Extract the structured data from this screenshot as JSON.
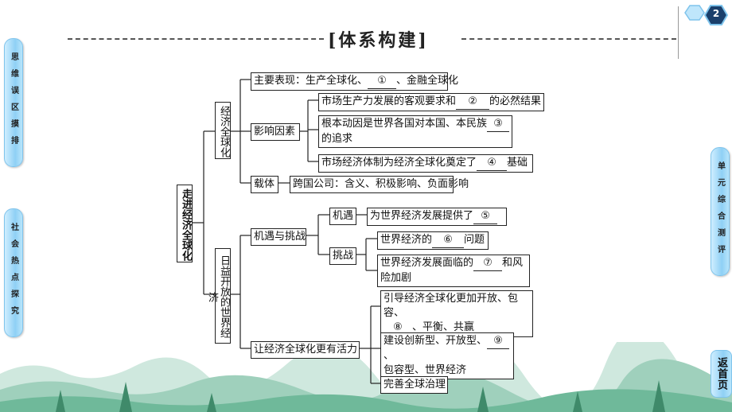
{
  "header": {
    "title": "[体系构建]",
    "page_number": "2"
  },
  "left_tabs": [
    {
      "label": "思维误区摸排"
    },
    {
      "label": "社会热点探究"
    }
  ],
  "right_tabs": [
    {
      "label": "单元综合测评"
    }
  ],
  "home_button": {
    "label": "返首页"
  },
  "mindmap": {
    "root": "走进经济全球化",
    "branch1": "经济全球化",
    "branch2": "日益开放的世界经济",
    "b1_main": {
      "prefix": "主要表现：生产全球化、",
      "blank": "①",
      "suffix": "、金融全球化"
    },
    "b1_factors": "影响因素",
    "b1_factor1": {
      "prefix": "市场生产力发展的客观要求和",
      "blank": "②",
      "suffix": "的必然结果"
    },
    "b1_factor2": {
      "line1": "根本动因是世界各国对本国、本民族",
      "blank": "③",
      "line2": "的追求"
    },
    "b1_factor3": {
      "prefix": "市场经济体制为经济全球化奠定了",
      "blank": "④",
      "suffix": "基础"
    },
    "b1_carrier": "载体",
    "b1_carrier_detail": "跨国公司：含义、积极影响、负面影响",
    "b2_chance": "机遇与挑战",
    "b2_opportunity": "机遇",
    "b2_opportunity_detail": {
      "prefix": "为世界经济发展提供了",
      "blank": "⑤"
    },
    "b2_challenge": "挑战",
    "b2_challenge1": {
      "prefix": "世界经济的",
      "blank": "⑥",
      "suffix": "问题"
    },
    "b2_challenge2": {
      "line1_prefix": "世界经济发展面临的",
      "blank": "⑦",
      "line1_suffix": "和风",
      "line2": "险加剧"
    },
    "b2_vitality": "让经济全球化更有活力",
    "b2_vital1": {
      "line1": "引导经济全球化更加开放、包容、",
      "blank": "⑧",
      "line2_suffix": "、平衡、共赢"
    },
    "b2_vital2": {
      "line1_prefix": "建设创新型、开放型、",
      "blank": "⑨",
      "line1_suffix": "、",
      "line2": "包容型、世界经济"
    },
    "b2_vital3": "完善全球治理"
  }
}
